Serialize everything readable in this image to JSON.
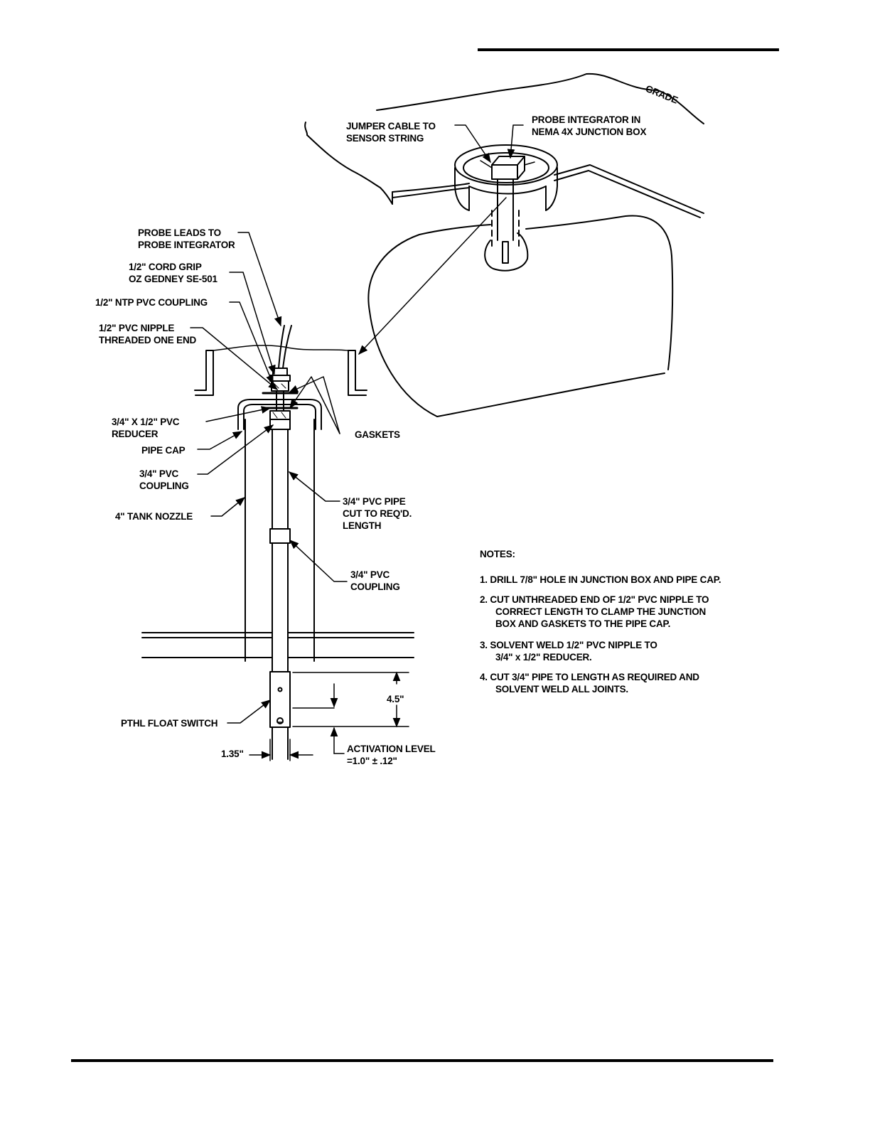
{
  "labels": {
    "grade": "GRADE",
    "jumper_cable": [
      "JUMPER CABLE TO",
      "SENSOR STRING"
    ],
    "probe_integrator": [
      "PROBE INTEGRATOR IN",
      "NEMA 4X JUNCTION BOX"
    ],
    "probe_leads": [
      "PROBE LEADS TO",
      "PROBE INTEGRATOR"
    ],
    "cord_grip": [
      "1/2\" CORD GRIP",
      "OZ GEDNEY SE-501"
    ],
    "ntp_coupling": "1/2\" NTP PVC COUPLING",
    "pvc_nipple": [
      "1/2\" PVC NIPPLE",
      "THREADED ONE END"
    ],
    "reducer": [
      "3/4\" X 1/2\" PVC",
      "REDUCER"
    ],
    "gaskets": "GASKETS",
    "pipe_cap": "PIPE CAP",
    "coupling_upper": [
      "3/4\" PVC",
      "COUPLING"
    ],
    "tank_nozzle": "4\" TANK NOZZLE",
    "pvc_pipe": [
      "3/4\" PVC PIPE",
      "CUT TO REQ'D.",
      "LENGTH"
    ],
    "coupling_lower": [
      "3/4\" PVC",
      "COUPLING"
    ],
    "float_switch": "PTHL FLOAT SWITCH",
    "dim_height": "4.5\"",
    "dim_width": "1.35\"",
    "activation": [
      "ACTIVATION LEVEL",
      "=1.0\"  ±  .12\""
    ]
  },
  "notes": {
    "heading": "NOTES:",
    "items": [
      {
        "lines": [
          "1.  DRILL 7/8\" HOLE IN JUNCTION BOX AND PIPE CAP."
        ]
      },
      {
        "lines": [
          "2.  CUT UNTHREADED END OF 1/2\" PVC NIPPLE TO",
          "CORRECT LENGTH TO CLAMP THE JUNCTION",
          "BOX AND GASKETS TO THE PIPE CAP."
        ]
      },
      {
        "lines": [
          "3.  SOLVENT WELD 1/2\" PVC NIPPLE TO",
          "3/4\" x 1/2\" REDUCER."
        ]
      },
      {
        "lines": [
          "4.  CUT 3/4\" PIPE TO LENGTH AS REQUIRED AND",
          "SOLVENT WELD ALL JOINTS."
        ]
      }
    ]
  }
}
